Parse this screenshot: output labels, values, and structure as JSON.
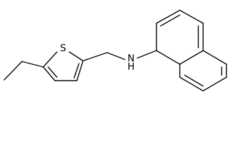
{
  "molecule": {
    "description_atoms": {
      "sulfur": "S",
      "nitrogen_hydrogen": "N\nH"
    },
    "atom_labels": {
      "sulfur": "S",
      "amine_n": "N",
      "amine_h": "H"
    },
    "colors": {
      "bond": "#000000",
      "background": "#ffffff"
    }
  }
}
